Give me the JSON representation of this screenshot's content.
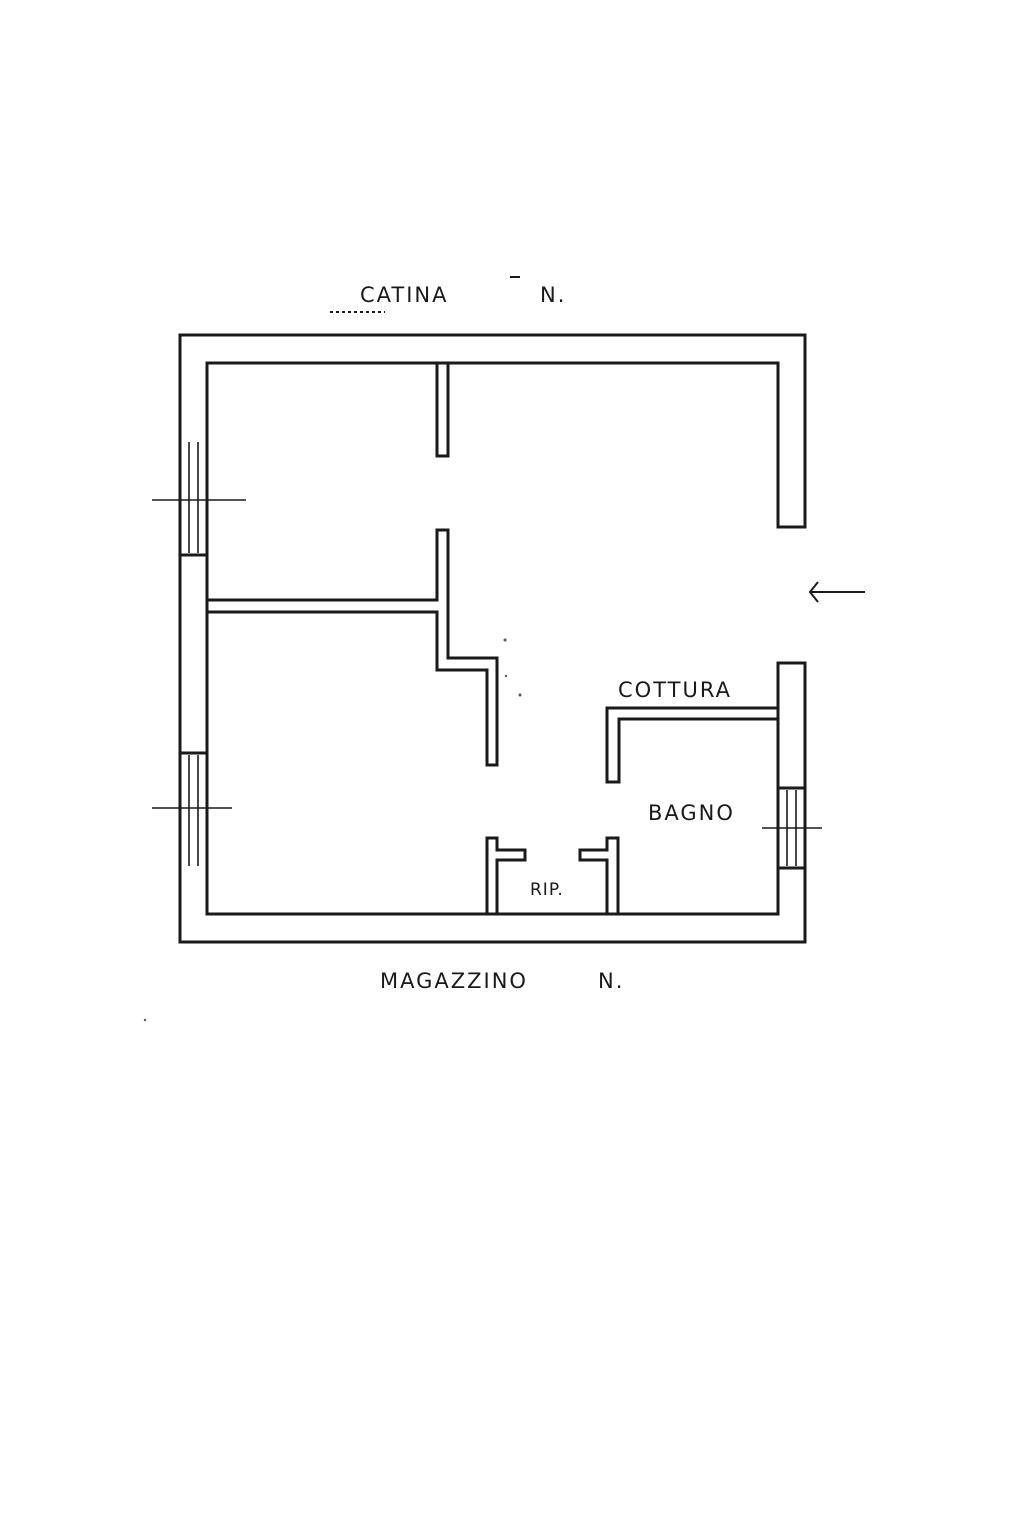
{
  "labels": {
    "top_neighbor": "CATINA",
    "top_neighbor_number": "N.",
    "bottom_neighbor": "MAGAZZINO",
    "bottom_neighbor_number": "N.",
    "kitchen": "COTTURA",
    "bathroom": "BAGNO",
    "storage": "RIP."
  }
}
